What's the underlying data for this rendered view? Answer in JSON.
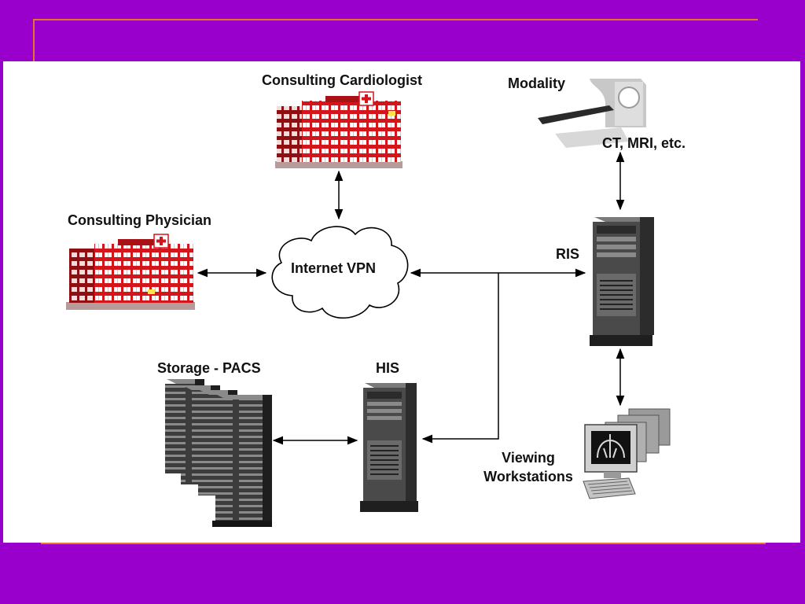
{
  "slide": {
    "background": "#9900cc",
    "accent_line": "#e8732b",
    "panel": "#ffffff"
  },
  "nodes": {
    "cardiologist": {
      "label": "Consulting Cardiologist",
      "icon": "hospital-icon"
    },
    "physician": {
      "label": "Consulting Physician",
      "icon": "hospital-icon"
    },
    "internet": {
      "label": "Internet VPN",
      "icon": "cloud-icon"
    },
    "modality": {
      "label": "Modality",
      "sublabel": "CT, MRI, etc.",
      "icon": "ct-scanner-icon"
    },
    "ris": {
      "label": "RIS",
      "icon": "server-tower-icon"
    },
    "storage": {
      "label": "Storage - PACS",
      "icon": "server-rack-icon"
    },
    "his": {
      "label": "HIS",
      "icon": "server-tower-icon"
    },
    "workstations": {
      "label_line1": "Viewing",
      "label_line2": "Workstations",
      "icon": "workstation-icon"
    }
  },
  "colors": {
    "building": "#d4161c",
    "building_dark": "#8e0e12",
    "window": "#ffffff",
    "window_lit": "#ffe34a",
    "server": "#3a3a3a",
    "server_light": "#5c5c5c",
    "line": "#000000"
  }
}
